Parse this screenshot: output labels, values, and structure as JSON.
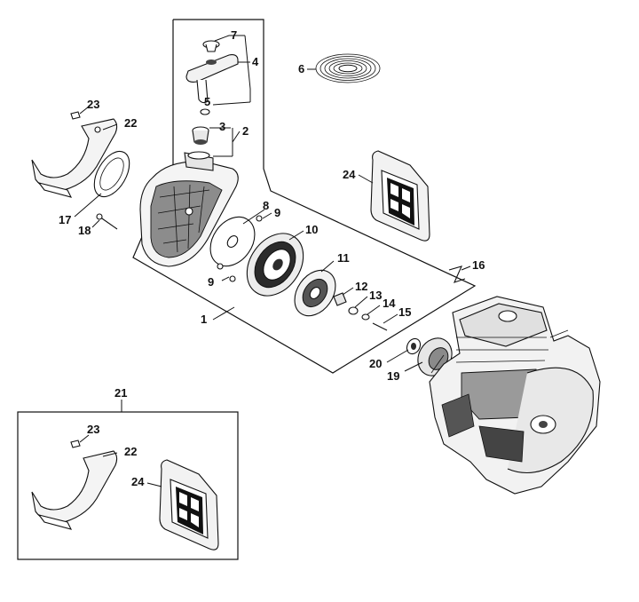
{
  "callouts": {
    "c1": "1",
    "c2": "2",
    "c3": "3",
    "c4": "4",
    "c5": "5",
    "c6": "6",
    "c7": "7",
    "c8": "8",
    "c9a": "9",
    "c9b": "9",
    "c10": "10",
    "c11": "11",
    "c12": "12",
    "c13": "13",
    "c14": "14",
    "c15": "15",
    "c16": "16",
    "c17": "17",
    "c18": "18",
    "c19": "19",
    "c20": "20",
    "c21": "21",
    "c22a": "22",
    "c22b": "22",
    "c23a": "23",
    "c23b": "23",
    "c24a": "24",
    "c24b": "24"
  },
  "colors": {
    "line": "#111111",
    "fill": "#ffffff",
    "shade": "#8a8a8a",
    "dark": "#2b2b2b"
  }
}
